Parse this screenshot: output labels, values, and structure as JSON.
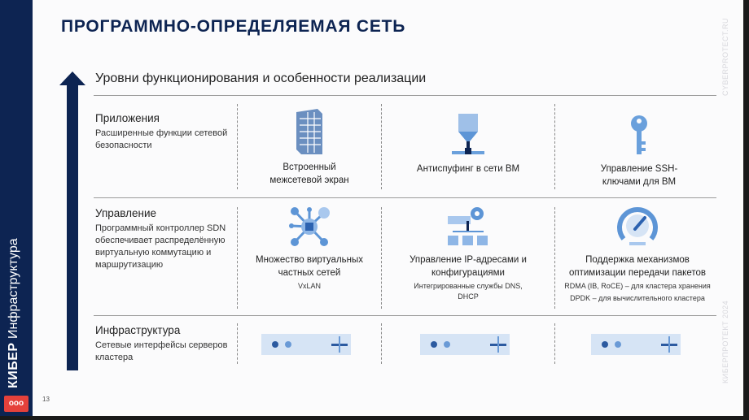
{
  "title": "ПРОГРАММНО-ОПРЕДЕЛЯЕМАЯ СЕТЬ",
  "subtitle": "Уровни функционирования и особенности реализации",
  "brand": {
    "bold": "КИБЕР",
    "rest": "Инфраструктура",
    "logo": "ооо"
  },
  "page_number": "13",
  "watermarks": {
    "top": "CYBERPROTECT.RU",
    "bottom": "КИБЕРПРОТЕКТ 2024"
  },
  "rows": [
    {
      "title": "Приложения",
      "desc": "Расширенные функции сетевой безопасности",
      "cells": [
        {
          "title": "Встроенный межсетевой экран",
          "icon": "firewall-icon"
        },
        {
          "title": "Антиспуфинг в сети ВМ",
          "icon": "filter-icon"
        },
        {
          "title": "Управление SSH-ключами для ВМ",
          "icon": "key-icon"
        }
      ]
    },
    {
      "title": "Управление",
      "desc": "Программный контроллер SDN обеспечивает распределённую виртуальную коммутацию и маршрутизацию",
      "cells": [
        {
          "title": "Множество виртуальных частных сетей",
          "sub": "VxLAN",
          "icon": "network-hub-icon"
        },
        {
          "title": "Управление IP-адресами и конфигурациями",
          "sub": "Интегрированные службы DNS, DHCP",
          "icon": "hierarchy-gear-icon"
        },
        {
          "title": "Поддержка механизмов оптимизации передачи пакетов",
          "sub": "RDMA (IB, RoCE) – для кластера хранения",
          "sub2": "DPDK – для вычислительного кластера",
          "icon": "speedometer-icon"
        }
      ]
    },
    {
      "title": "Инфраструктура",
      "desc": "Сетевые интерфейсы серверов кластера",
      "icon": "network-interface-icon"
    }
  ],
  "colors": {
    "navy": "#0d2452",
    "accent": "#3f7fd0",
    "light": "#d6e4f5",
    "logo": "#e5413b"
  }
}
